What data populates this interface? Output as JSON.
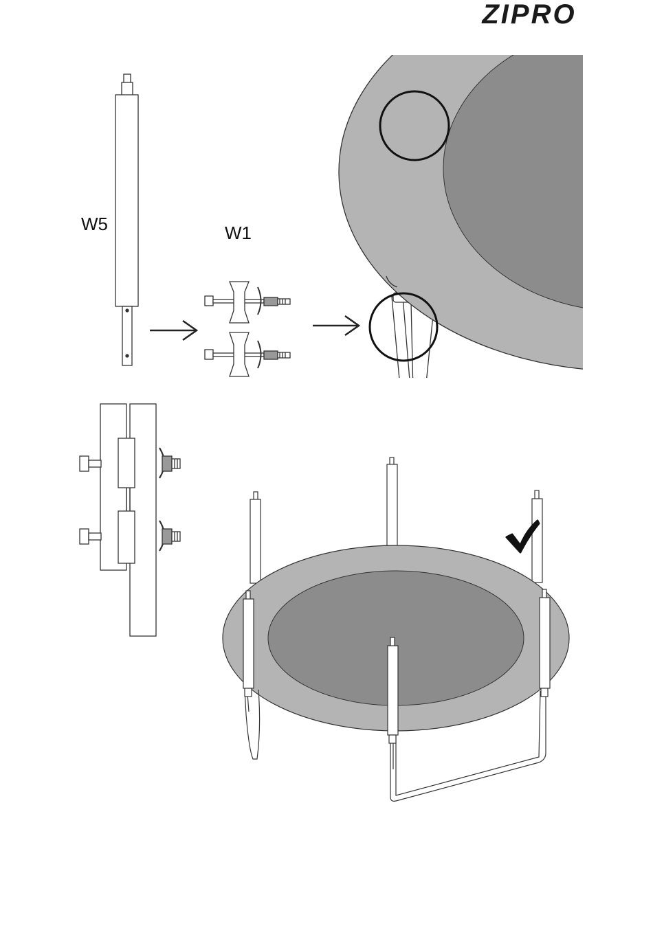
{
  "brand": {
    "logo_text": "ZIPRO"
  },
  "labels": {
    "part_w5": "W5",
    "part_w1": "W1"
  },
  "icons": {
    "arrow_1": "arrow-right-icon",
    "arrow_2": "arrow-right-icon",
    "check": "checkmark-icon"
  },
  "colors": {
    "mat_dark": "#8c8c8c",
    "frame_grey": "#b4b4b4",
    "line": "#333333",
    "part_fill": "#ffffff"
  }
}
